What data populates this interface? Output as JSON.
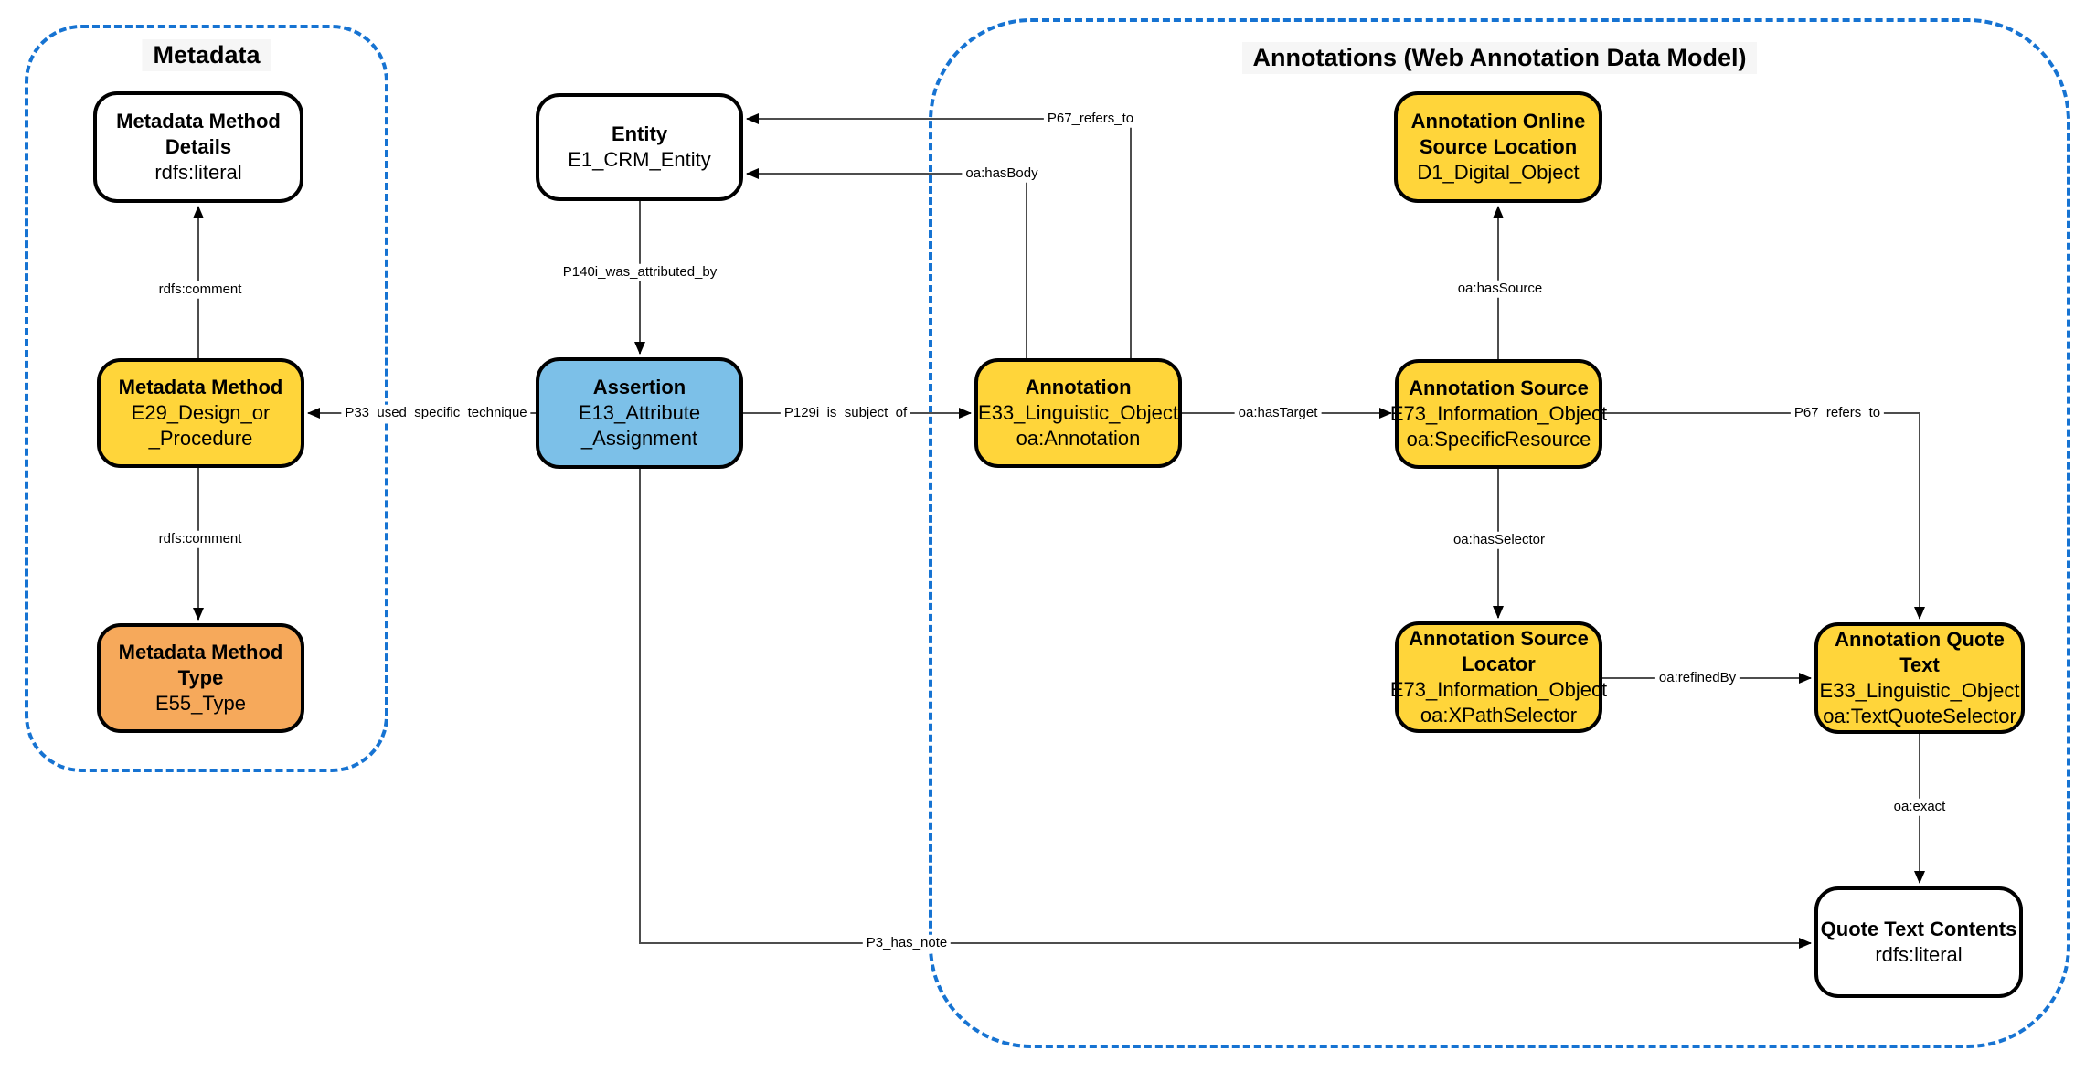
{
  "diagram": {
    "groups": {
      "metadata": {
        "title": "Metadata"
      },
      "annotations": {
        "title": "Annotations (Web Annotation Data Model)"
      }
    },
    "nodes": {
      "metadata_method_details": {
        "title": "Metadata Method\nDetails",
        "subtitle": "rdfs:literal"
      },
      "metadata_method": {
        "title": "Metadata Method",
        "subtitle": "E29_Design_or\n_Procedure"
      },
      "metadata_method_type": {
        "title": "Metadata Method\nType",
        "subtitle": "E55_Type"
      },
      "entity": {
        "title": "Entity",
        "subtitle": "E1_CRM_Entity"
      },
      "assertion": {
        "title": "Assertion",
        "subtitle": "E13_Attribute\n_Assignment"
      },
      "annotation": {
        "title": "Annotation",
        "subtitle": "E33_Linguistic_Object\noa:Annotation"
      },
      "annotation_online_source_location": {
        "title": "Annotation Online\nSource Location",
        "subtitle": "D1_Digital_Object"
      },
      "annotation_source": {
        "title": "Annotation Source",
        "subtitle": "E73_Information_Object\noa:SpecificResource"
      },
      "annotation_source_locator": {
        "title": "Annotation Source\nLocator",
        "subtitle": "E73_Information_Object\noa:XPathSelector"
      },
      "annotation_quote_text": {
        "title": "Annotation Quote Text",
        "subtitle": "E33_Linguistic_Object\noa:TextQuoteSelector"
      },
      "quote_text_contents": {
        "title": "Quote Text Contents",
        "subtitle": "rdfs:literal"
      }
    },
    "edges": {
      "rdfs_comment_up": "rdfs:comment",
      "rdfs_comment_down": "rdfs:comment",
      "p33_used_specific_technique": "P33_used_specific_technique",
      "p140i_was_attributed_by": "P140i_was_attributed_by",
      "p67_refers_to_entity": "P67_refers_to",
      "oa_has_body": "oa:hasBody",
      "p129i_is_subject_of": "P129i_is_subject_of",
      "oa_has_target": "oa:hasTarget",
      "oa_has_source": "oa:hasSource",
      "oa_has_selector": "oa:hasSelector",
      "p67_refers_to_quote": "P67_refers_to",
      "oa_refined_by": "oa:refinedBy",
      "oa_exact": "oa:exact",
      "p3_has_note": "P3_has_note"
    },
    "colors": {
      "yellow": "#FFD53A",
      "orange": "#F6A95B",
      "blue": "#7CC0E8",
      "white": "#FFFFFF",
      "group_border": "#1673D2",
      "node_border": "#000000",
      "connector": "#4D4D4D"
    }
  }
}
